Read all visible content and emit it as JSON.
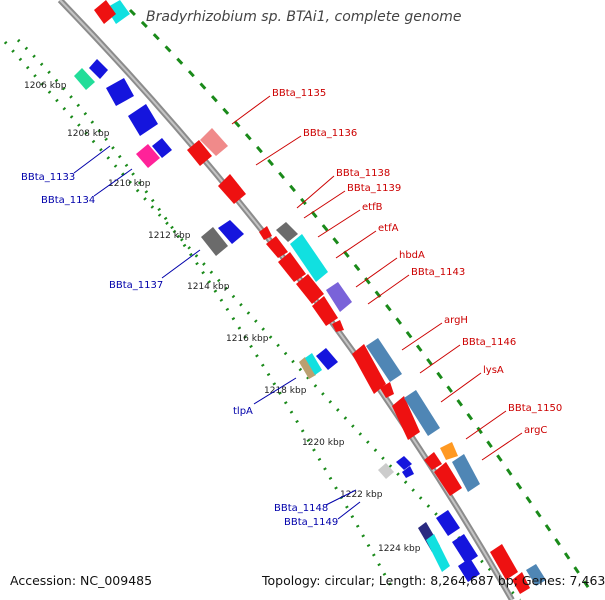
{
  "title": "Bradyrhizobium sp. BTAi1, complete genome",
  "accession": "Accession: NC_009485",
  "topology": "Topology: circular; Length: 8,264,687 bp; Genes: 7,463",
  "ticks": [
    "1206 kbp",
    "1208 kbp",
    "1210 kbp",
    "1212 kbp",
    "1214 kbp",
    "1216 kbp",
    "1218 kbp",
    "1220 kbp",
    "1222 kbp",
    "1224 kbp"
  ],
  "forward_labels": [
    "BBta_1135",
    "BBta_1136",
    "BBta_1138",
    "BBta_1139",
    "etfB",
    "etfA",
    "hbdA",
    "BBta_1143",
    "argH",
    "BBta_1146",
    "lysA",
    "BBta_1150",
    "argC"
  ],
  "reverse_labels": [
    "BBta_1133",
    "BBta_1134",
    "BBta_1137",
    "tlpA",
    "BBta_1148",
    "BBta_1149"
  ],
  "colors": {
    "backbone": "#8c8c8c",
    "ruler": "#1a8a1a",
    "forward_label": "#cc0000",
    "reverse_label": "#0000aa",
    "cds_red": "#ee1111",
    "blue": "#1515dd",
    "cyan": "#11e0e0",
    "steel_blue": "#4f86b5",
    "gray": "#6b6b6b",
    "pink_light": "#f08a8a",
    "magenta": "#ff2299",
    "purple": "#7a63d9",
    "orange": "#ff9922",
    "green_teal": "#22dd99",
    "navy": "#2a2a80",
    "tan": "#bba070",
    "light_gray": "#cccccc"
  }
}
